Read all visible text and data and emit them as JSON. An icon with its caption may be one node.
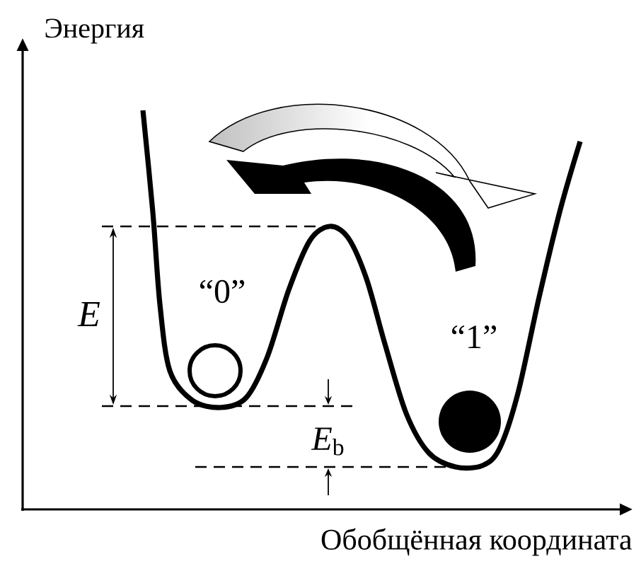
{
  "diagram": {
    "labels": [
      "Энергия",
      "E",
      "“0”",
      "“1”",
      "*E*$_{b}$",
      "Обобщённая координата"
    ]
  }
}
